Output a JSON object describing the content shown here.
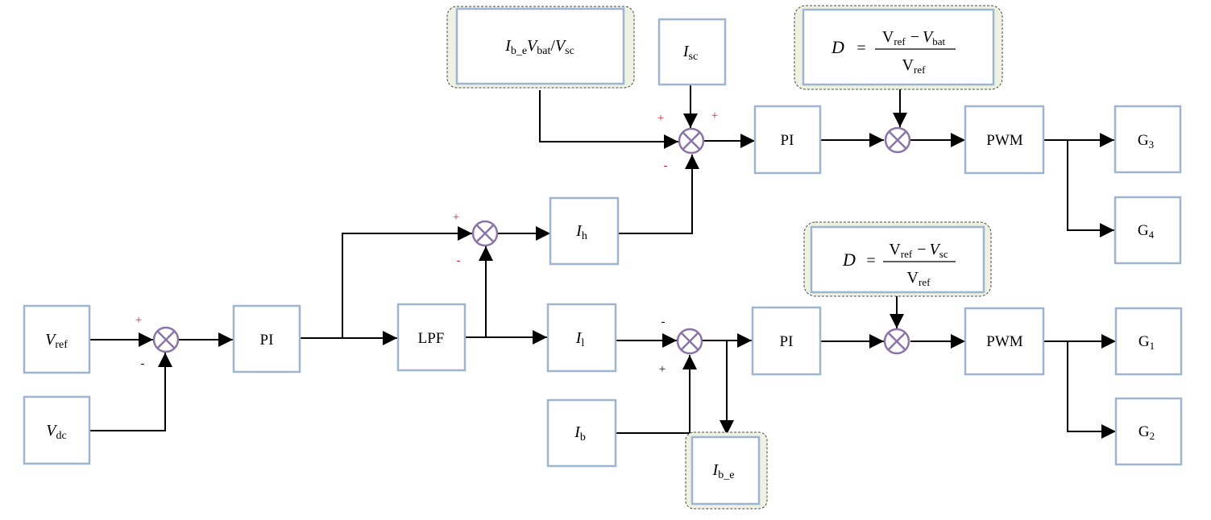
{
  "blocks": {
    "vref": {
      "main": "V",
      "sub": "ref"
    },
    "vdc": {
      "main": "V",
      "sub": "dc"
    },
    "pi_main": "PI",
    "lpf": "LPF",
    "ih": {
      "main": "I",
      "sub": "h"
    },
    "il": {
      "main": "I",
      "sub": "l"
    },
    "ib": {
      "main": "I",
      "sub": "b"
    },
    "ibe": {
      "main": "I",
      "sub": "b_e"
    },
    "isc": {
      "main": "I",
      "sub": "sc"
    },
    "ref_calc": {
      "i": "I",
      "i_sub": "b_e",
      "v1": "V",
      "v1_sub": "bat",
      "slash": "/",
      "v2": "V",
      "v2_sub": "sc"
    },
    "pi_top": "PI",
    "pi_bottom": "PI",
    "pwm_top": "PWM",
    "pwm_bottom": "PWM",
    "g3": {
      "main": "G",
      "sub": "3"
    },
    "g4": {
      "main": "G",
      "sub": "4"
    },
    "g1": {
      "main": "G",
      "sub": "1"
    },
    "g2": {
      "main": "G",
      "sub": "2"
    }
  },
  "duty_top": {
    "d": "D",
    "eq": "=",
    "num_v1": "V",
    "num_v1_sub": "ref",
    "minus": "−",
    "num_v2": "V",
    "num_v2_sub": "bat",
    "den": "V",
    "den_sub": "ref"
  },
  "duty_bottom": {
    "d": "D",
    "eq": "=",
    "num_v1": "V",
    "num_v1_sub": "ref",
    "minus": "−",
    "num_v2": "V",
    "num_v2_sub": "sc",
    "den": "V",
    "den_sub": "ref"
  },
  "signs": {
    "sum1_plus": "+",
    "sum1_minus": "-",
    "sum2_plus": "+",
    "sum2_minus": "-",
    "sum3_minus": "-",
    "sum3_plus": "+",
    "sum4_plus_left": "+",
    "sum4_plus_right": "+",
    "sum4_minus": "-"
  }
}
